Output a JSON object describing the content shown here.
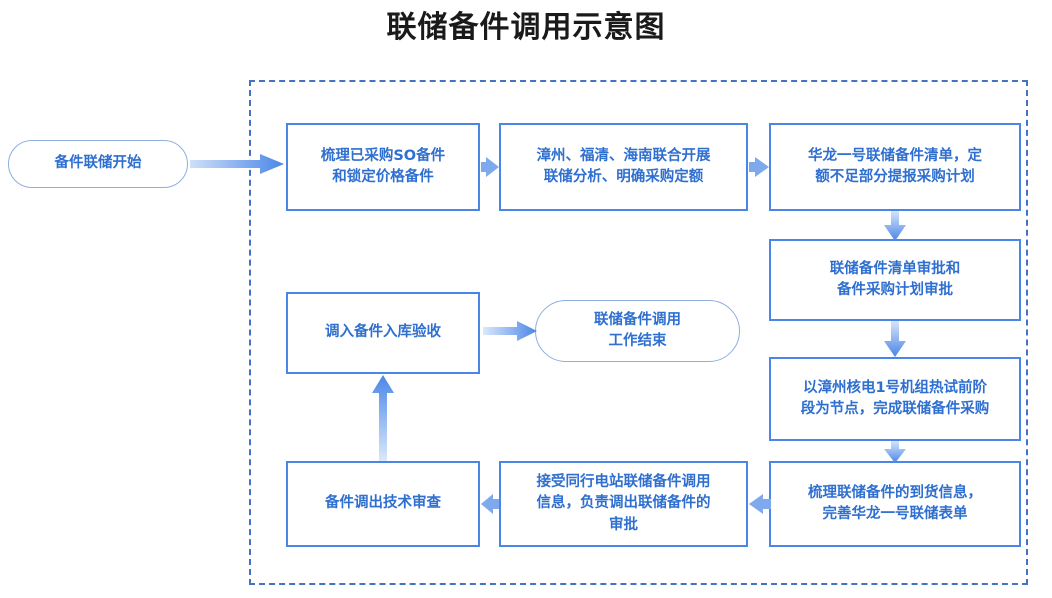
{
  "page": {
    "title": "联储备件调用示意图",
    "accent_color": "#4a86e8",
    "text_color": "#2f6fd0",
    "frame_border_color": "#4472c4",
    "title_color": "#1a1a1a",
    "background": "#ffffff"
  },
  "diagram": {
    "type": "flowchart",
    "nodes": [
      {
        "id": "start",
        "shape": "terminal",
        "label": "备件联储开始"
      },
      {
        "id": "step1",
        "shape": "process",
        "label": "梳理已采购SO备件\n和锁定价格备件"
      },
      {
        "id": "step2",
        "shape": "process",
        "label": "漳州、福清、海南联合开展\n联储分析、明确采购定额"
      },
      {
        "id": "step3",
        "shape": "process",
        "label": "华龙一号联储备件清单，定\n额不足部分提报采购计划"
      },
      {
        "id": "step4",
        "shape": "process",
        "label": "联储备件清单审批和\n备件采购计划审批"
      },
      {
        "id": "step5",
        "shape": "process",
        "label": "以漳州核电1号机组热试前阶\n段为节点，完成联储备件采购"
      },
      {
        "id": "step6",
        "shape": "process",
        "label": "梳理联储备件的到货信息，\n完善华龙一号联储表单"
      },
      {
        "id": "step7",
        "shape": "process",
        "label": "接受同行电站联储备件调用\n信息，负责调出联储备件的\n审批"
      },
      {
        "id": "step8",
        "shape": "process",
        "label": "备件调出技术审查"
      },
      {
        "id": "step9",
        "shape": "process",
        "label": "调入备件入库验收"
      },
      {
        "id": "end",
        "shape": "terminal",
        "label": "联储备件调用\n工作结束"
      }
    ],
    "edges": [
      {
        "from": "start",
        "to": "step1",
        "direction": "right"
      },
      {
        "from": "step1",
        "to": "step2",
        "direction": "right"
      },
      {
        "from": "step2",
        "to": "step3",
        "direction": "right"
      },
      {
        "from": "step3",
        "to": "step4",
        "direction": "down"
      },
      {
        "from": "step4",
        "to": "step5",
        "direction": "down"
      },
      {
        "from": "step5",
        "to": "step6",
        "direction": "down"
      },
      {
        "from": "step6",
        "to": "step7",
        "direction": "left"
      },
      {
        "from": "step7",
        "to": "step8",
        "direction": "left"
      },
      {
        "from": "step8",
        "to": "step9",
        "direction": "up"
      },
      {
        "from": "step9",
        "to": "end",
        "direction": "right"
      }
    ]
  }
}
